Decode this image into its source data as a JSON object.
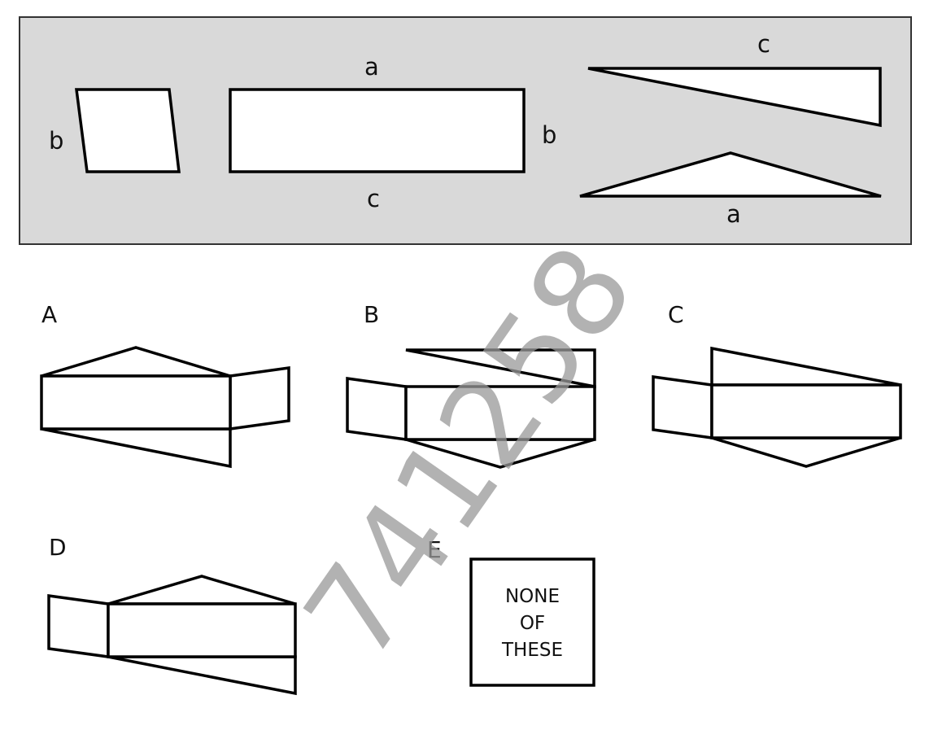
{
  "prompt": {
    "labels": {
      "parallelogram_side": "b",
      "rect_top": "a",
      "rect_right": "b",
      "rect_bottom": "c",
      "triangle1_top": "c",
      "triangle2_bottom": "a"
    }
  },
  "options": [
    {
      "letter": "A"
    },
    {
      "letter": "B"
    },
    {
      "letter": "C"
    },
    {
      "letter": "D"
    },
    {
      "letter": "E",
      "text_lines": [
        "NONE",
        "OF",
        "THESE"
      ]
    }
  ],
  "watermark": "741258",
  "colors": {
    "panel": "#d9d9d9",
    "stroke": "#000000",
    "watermark": "#999999"
  }
}
